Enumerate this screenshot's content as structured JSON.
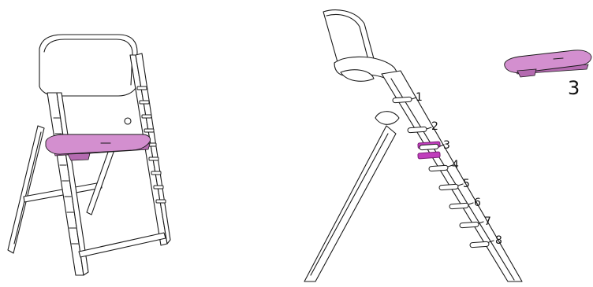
{
  "colors": {
    "seat_plate": "#d38fcf",
    "highlighted_slot": "#c03ebc",
    "outline": "#1a1a1a"
  },
  "ladder_positions": [
    "1",
    "2",
    "3",
    "4",
    "5",
    "6",
    "7",
    "8"
  ],
  "highlighted_position": "3",
  "callout_label": "3"
}
